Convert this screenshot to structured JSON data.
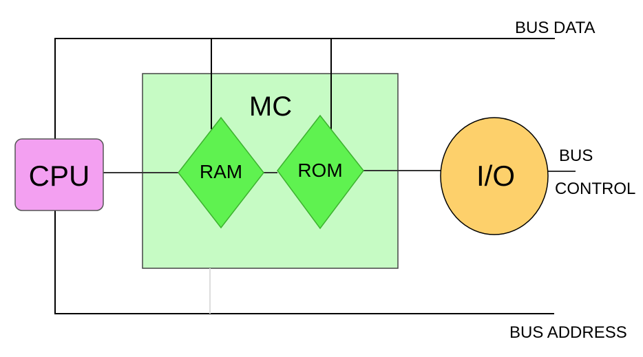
{
  "diagram": {
    "mc": {
      "label": "MC",
      "fill": "#c6fbc4",
      "stroke": "#444444"
    },
    "cpu": {
      "label": "CPU",
      "fill": "#f3a0f1",
      "stroke": "#555555"
    },
    "ram": {
      "label": "RAM",
      "fill": "#5ff250",
      "stroke": "#3db12f"
    },
    "rom": {
      "label": "ROM",
      "fill": "#5ff250",
      "stroke": "#3db12f"
    },
    "io": {
      "label": "I/O",
      "fill": "#fdd06b",
      "stroke": "#000000"
    },
    "bus_data": {
      "label": "BUS DATA"
    },
    "bus_address": {
      "label": "BUS ADDRESS"
    },
    "bus_control": {
      "label_line1": "BUS",
      "label_line2": "CONTROL"
    }
  }
}
